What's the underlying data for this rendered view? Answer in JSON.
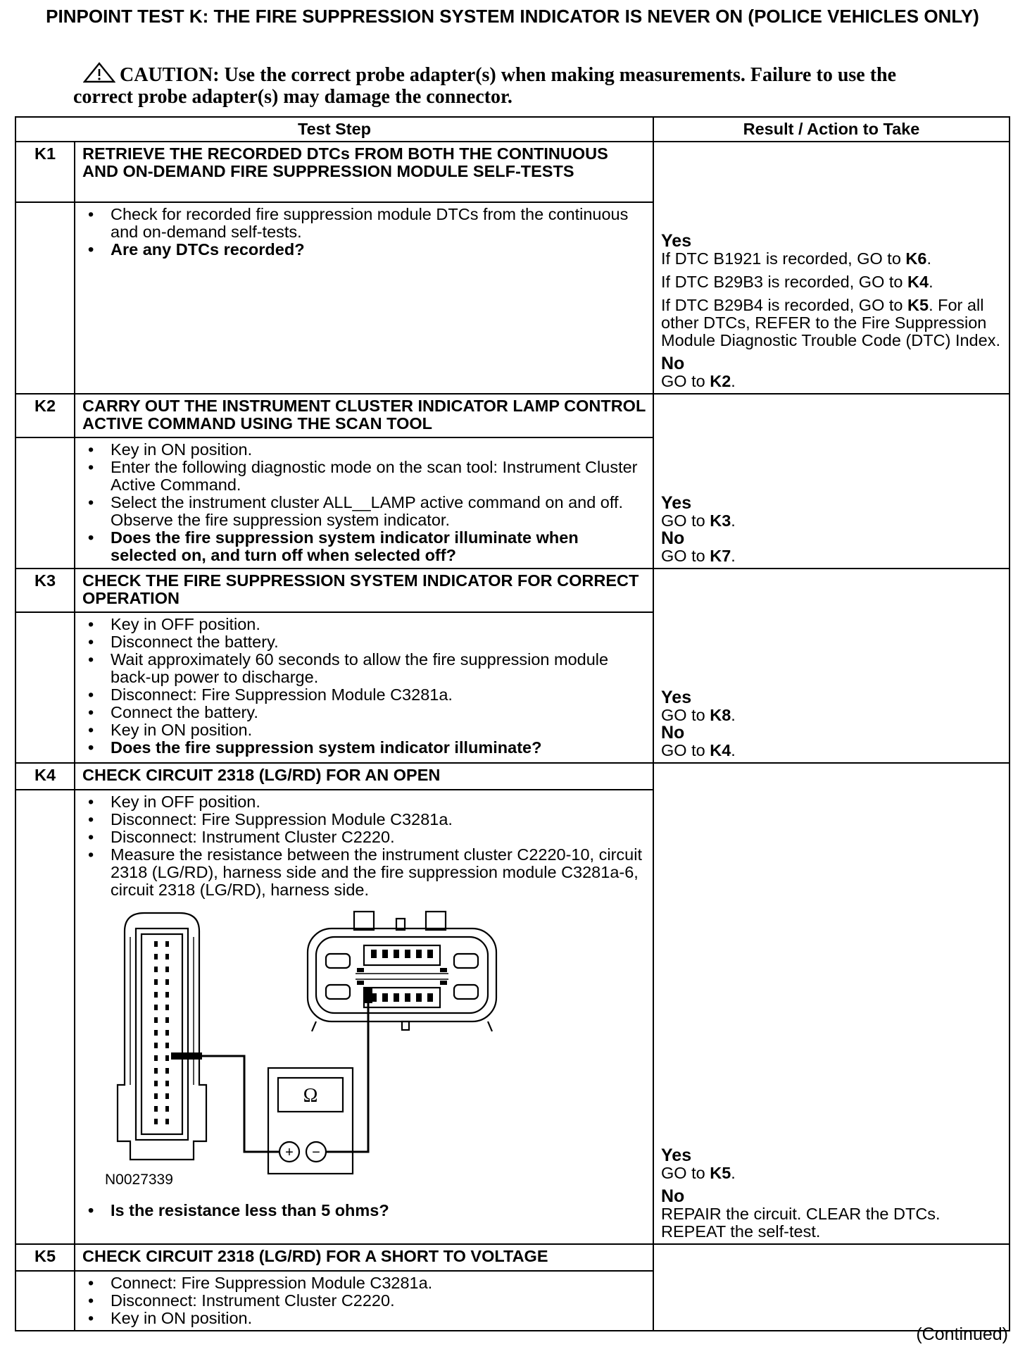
{
  "document": {
    "title": "PINPOINT TEST K: THE FIRE SUPPRESSION SYSTEM INDICATOR IS NEVER ON (POLICE VEHICLES ONLY)",
    "caution": "CAUTION: Use the correct probe adapter(s) when making measurements. Failure to use the correct probe adapter(s) may damage the connector.",
    "continued": "(Continued)"
  },
  "table": {
    "headers": {
      "test_step": "Test Step",
      "result": "Result / Action to Take"
    },
    "steps": [
      {
        "id": "K1",
        "title": "RETRIEVE THE RECORDED DTCs FROM BOTH THE CONTINUOUS AND ON-DEMAND FIRE SUPPRESSION MODULE SELF-TESTS",
        "actions": [
          "Check for recorded fire suppression module DTCs from the continuous and on-demand self-tests."
        ],
        "question": "Are any DTCs recorded?",
        "results": {
          "yes_label": "Yes",
          "yes_lines": [
            {
              "text": "If DTC B1921 is recorded, GO to ",
              "target": "K6",
              "end": "."
            },
            {
              "text": "If DTC B29B3 is recorded, GO to ",
              "target": "K4",
              "end": "."
            },
            {
              "text": "If DTC B29B4 is recorded, GO to ",
              "target": "K5",
              "end": ". For all other DTCs, REFER to the Fire Suppression Module Diagnostic Trouble Code (DTC) Index."
            }
          ],
          "no_label": "No",
          "no_text": "GO to ",
          "no_target": "K2",
          "no_end": "."
        }
      },
      {
        "id": "K2",
        "title": "CARRY OUT THE INSTRUMENT CLUSTER INDICATOR LAMP CONTROL ACTIVE COMMAND USING THE SCAN TOOL",
        "actions": [
          "Key in ON position.",
          "Enter the following diagnostic mode on the scan tool: Instrument Cluster Active Command.",
          "Select the instrument cluster ALL__LAMP active command on and off. Observe the fire suppression system indicator."
        ],
        "question": "Does the fire suppression system indicator illuminate when selected on, and turn off when selected off?",
        "results": {
          "yes_label": "Yes",
          "yes_text": "GO to ",
          "yes_target": "K3",
          "yes_end": ".",
          "no_label": "No",
          "no_text": "GO to ",
          "no_target": "K7",
          "no_end": "."
        }
      },
      {
        "id": "K3",
        "title": "CHECK THE FIRE SUPPRESSION SYSTEM INDICATOR FOR CORRECT OPERATION",
        "actions": [
          "Key in OFF position.",
          "Disconnect the battery.",
          "Wait approximately 60 seconds to allow the fire suppression module back-up power to discharge.",
          "Disconnect: Fire Suppression Module C3281a.",
          "Connect the battery.",
          "Key in ON position."
        ],
        "question": "Does the fire suppression system indicator illuminate?",
        "results": {
          "yes_label": "Yes",
          "yes_text": "GO to ",
          "yes_target": "K8",
          "yes_end": ".",
          "no_label": "No",
          "no_text": "GO to ",
          "no_target": "K4",
          "no_end": "."
        }
      },
      {
        "id": "K4",
        "title": "CHECK CIRCUIT 2318 (LG/RD) FOR AN OPEN",
        "actions": [
          "Key in OFF position.",
          "Disconnect: Fire Suppression Module C3281a.",
          "Disconnect: Instrument Cluster C2220.",
          "Measure the resistance between the instrument cluster C2220-10, circuit 2318 (LG/RD), harness side and the fire suppression module C3281a-6, circuit 2318 (LG/RD), harness side."
        ],
        "figure_id": "N0027339",
        "meter_symbol": "Ω",
        "probe_plus": "+",
        "probe_minus": "−",
        "question": "Is the resistance less than 5 ohms?",
        "results": {
          "yes_label": "Yes",
          "yes_text": "GO to ",
          "yes_target": "K5",
          "yes_end": ".",
          "no_label": "No",
          "no_text": "REPAIR the circuit. CLEAR the DTCs. REPEAT the self-test."
        }
      },
      {
        "id": "K5",
        "title": "CHECK CIRCUIT 2318 (LG/RD) FOR A SHORT TO VOLTAGE",
        "actions": [
          "Connect: Fire Suppression Module C3281a.",
          "Disconnect: Instrument Cluster C2220.",
          "Key in ON position."
        ]
      }
    ]
  },
  "colors": {
    "ink": "#000000",
    "paper": "#ffffff"
  },
  "icons": {
    "caution": "warning-triangle-icon"
  }
}
